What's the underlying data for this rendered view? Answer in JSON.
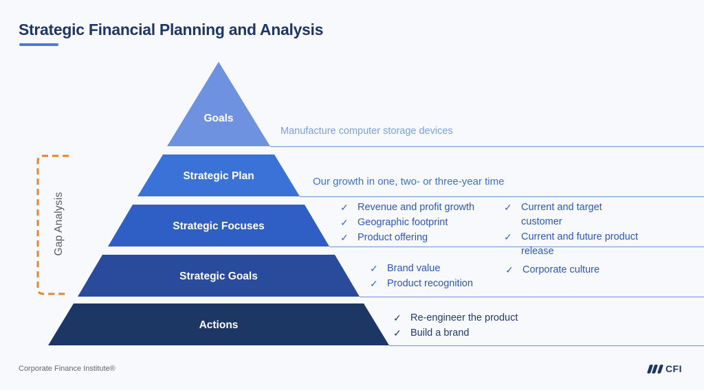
{
  "title": "Strategic Financial Planning and Analysis",
  "icons": {
    "check": "✓"
  },
  "gap_analysis": {
    "label": "Gap Analysis"
  },
  "tiers": [
    {
      "label": "Goals",
      "color": "#6E92DF",
      "annotation": "Manufacture computer storage devices"
    },
    {
      "label": "Strategic Plan",
      "color": "#3A72D8",
      "annotation": "Our growth in one, two- or three-year time"
    },
    {
      "label": "Strategic Focuses",
      "color": "#2F5FC4",
      "items_left": [
        "Revenue and profit growth",
        "Geographic footprint",
        "Product offering"
      ],
      "items_right": [
        "Current and target customer",
        "Current and future product release"
      ]
    },
    {
      "label": "Strategic Goals",
      "color": "#2A4B9B",
      "items_left": [
        "Brand value",
        "Product recognition"
      ],
      "items_right": [
        "Corporate culture"
      ]
    },
    {
      "label": "Actions",
      "color": "#1D3765",
      "items_left": [
        "Re-engineer the product",
        "Build a brand"
      ]
    }
  ],
  "footer": {
    "company": "Corporate Finance Institute®",
    "logo": "CFI"
  }
}
